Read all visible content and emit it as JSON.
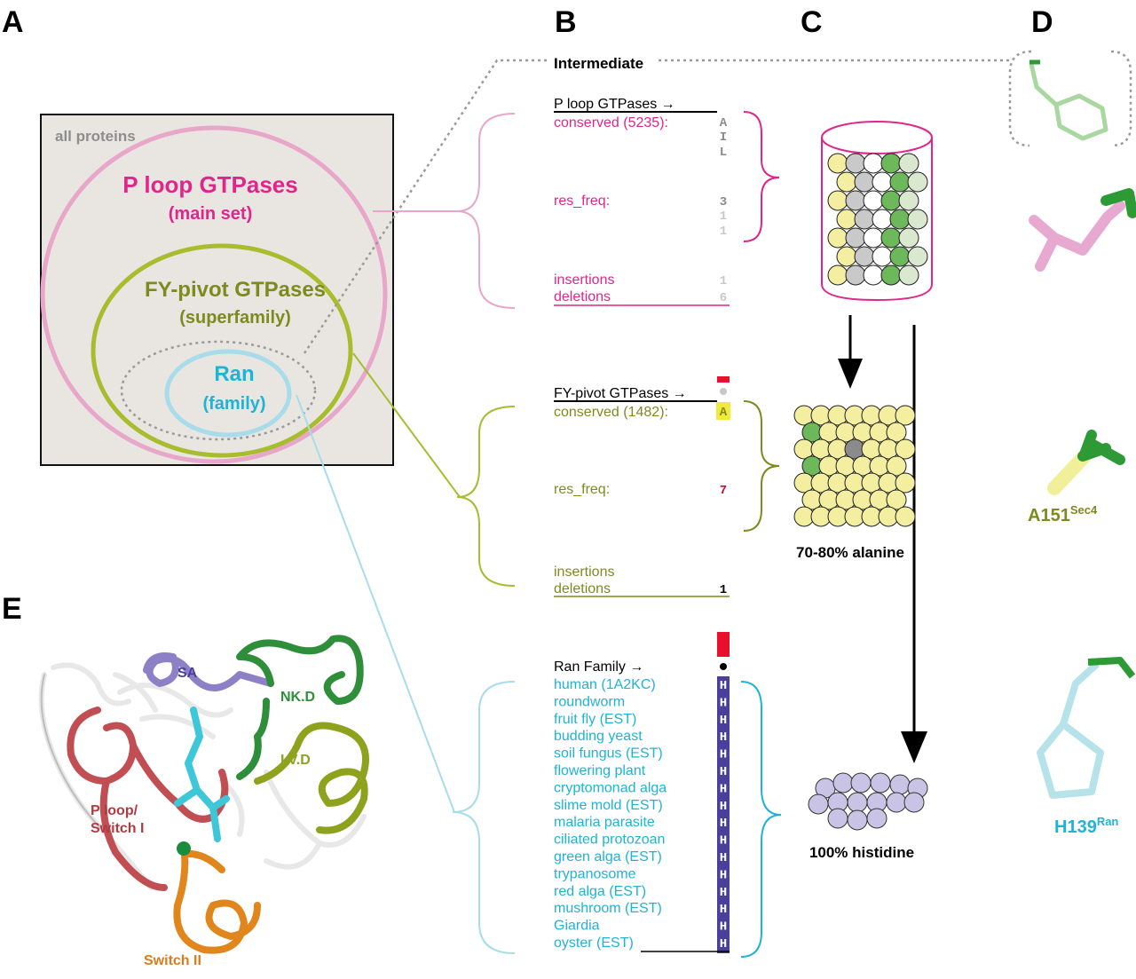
{
  "panels": {
    "a": "A",
    "b": "B",
    "c": "C",
    "d": "D",
    "e": "E"
  },
  "panel_a": {
    "all_proteins": "all proteins",
    "ploop_title": "P loop GTPases",
    "ploop_sub": "(main set)",
    "fy_title": "FY-pivot GTPases",
    "fy_sub": "(superfamily)",
    "ran_title": "Ran",
    "ran_sub": "(family)"
  },
  "intermediate": "Intermediate",
  "block1": {
    "header": "P loop GTPases →",
    "conserved": "conserved (5235):",
    "res_freq": "res_freq:",
    "insertions": "insertions",
    "deletions": "deletions",
    "residues": [
      "A",
      "I",
      "L"
    ],
    "freqs": [
      "3",
      "1",
      "1"
    ],
    "ins_val": "1",
    "del_val": "6"
  },
  "block2": {
    "header": "FY-pivot GTPases →",
    "conserved": "conserved (1482):",
    "res_freq": "res_freq:",
    "insertions": "insertions",
    "deletions": "deletions",
    "residue": "A",
    "freq": "7",
    "del_val": "1"
  },
  "block3": {
    "header": "Ran Family →",
    "species": [
      "human (1A2KC)",
      "roundworm",
      "fruit fly (EST)",
      "budding yeast",
      "soil fungus (EST)",
      "flowering plant",
      "cryptomonad alga",
      "slime mold (EST)",
      "malaria parasite",
      "ciliated protozoan",
      "green alga (EST)",
      "trypanosome",
      "red alga (EST)",
      "mushroom (EST)",
      "Giardia",
      "oyster (EST)"
    ],
    "residue": "H"
  },
  "panel_c": {
    "alanine": "70-80% alanine",
    "histidine": "100% histidine"
  },
  "panel_d": {
    "a151": "A151",
    "a151_sup": "Sec4",
    "h139": "H139",
    "h139_sup": "Ran"
  },
  "panel_e": {
    "sa": "SA",
    "nkd": "NK.D",
    "lvd": "LV.D",
    "ploop1": "P loop/",
    "ploop2": "Switch I",
    "switch2": "Switch II"
  },
  "colors": {
    "magenta": "#e0268a",
    "olive": "#7f8a1e",
    "cyan": "#1fb3d6",
    "pink_ring": "#e8a6c9",
    "green_ring": "#a7bd2e",
    "lightblue_ring": "#a8dcea",
    "gray_box": "#e9e6e2",
    "navy": "#4a3f9a",
    "red": "#e8102c"
  }
}
